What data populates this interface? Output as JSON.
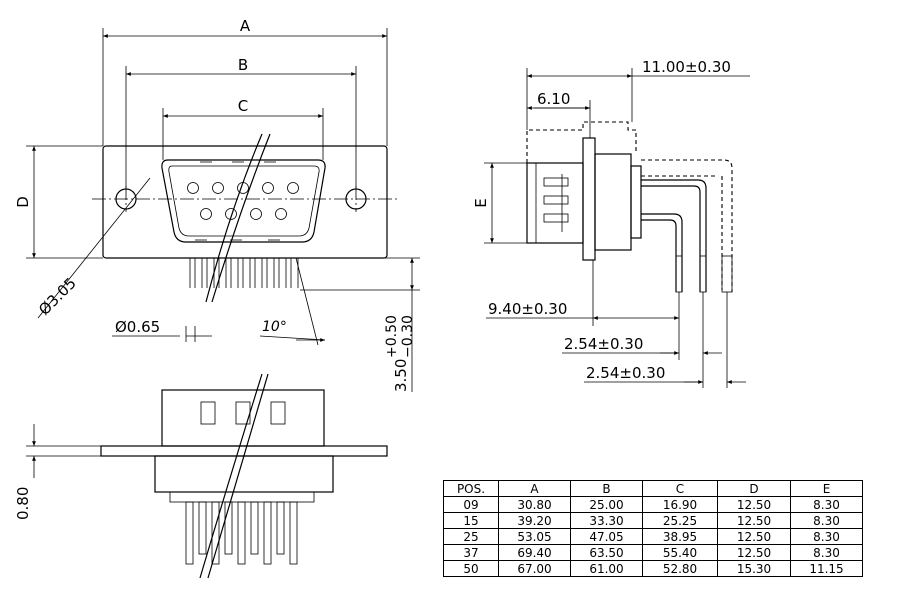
{
  "dimensions": {
    "a": "A",
    "b": "B",
    "c": "C",
    "d": "D",
    "e": "E",
    "hole_dia": "Ø3.05",
    "pin_dia": "Ø0.65",
    "angle": "10°",
    "pin_length_nominal": "3.50",
    "pin_length_plus": "+0.50",
    "pin_length_minus": "−0.30",
    "flange_thickness": "0.80",
    "overall_depth": "11.00±0.30",
    "front_depth": "6.10",
    "pin_offset": "9.40±0.30",
    "pitch_1": "2.54±0.30",
    "pitch_2": "2.54±0.30"
  },
  "table": {
    "headers": [
      "POS.",
      "A",
      "B",
      "C",
      "D",
      "E"
    ],
    "rows": [
      [
        "09",
        "30.80",
        "25.00",
        "16.90",
        "12.50",
        "8.30"
      ],
      [
        "15",
        "39.20",
        "33.30",
        "25.25",
        "12.50",
        "8.30"
      ],
      [
        "25",
        "53.05",
        "47.05",
        "38.95",
        "12.50",
        "8.30"
      ],
      [
        "37",
        "69.40",
        "63.50",
        "55.40",
        "12.50",
        "8.30"
      ],
      [
        "50",
        "67.00",
        "61.00",
        "52.80",
        "15.30",
        "11.15"
      ]
    ]
  }
}
